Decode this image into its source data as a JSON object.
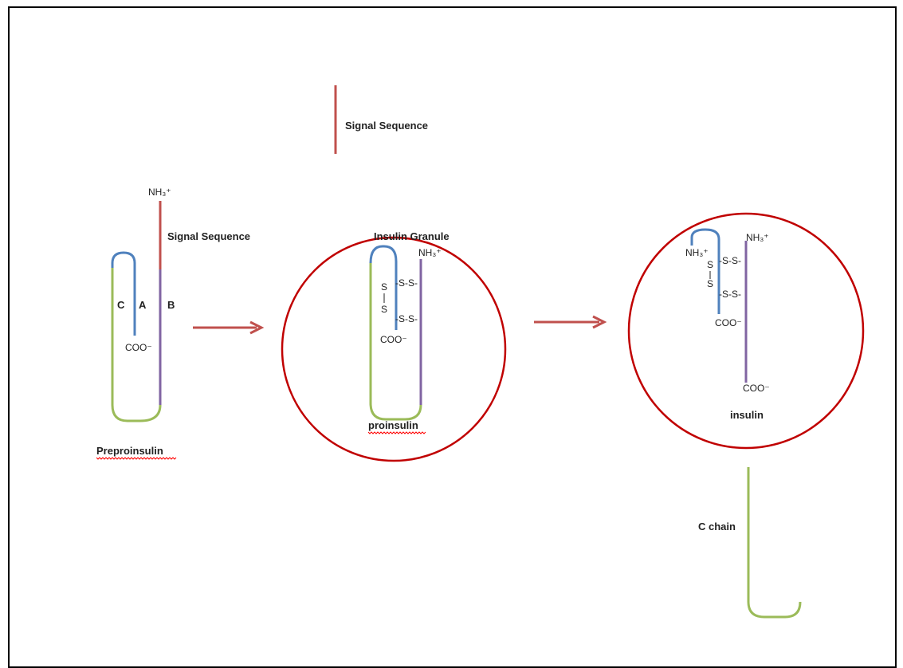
{
  "labels": {
    "signal_sequence_top": "Signal Sequence",
    "signal_sequence_pre": "Signal Sequence",
    "nh3_plus": "NH₃⁺",
    "coo_minus": "COO⁻",
    "chain_c": "C",
    "chain_a": "A",
    "chain_b": "B",
    "preproinsulin": "Preproinsulin",
    "insulin_granule": "Insulin Granule",
    "proinsulin": "proinsulin",
    "insulin": "insulin",
    "c_chain": "C chain",
    "s": "S",
    "ss_bond": "-S-S-"
  },
  "colors": {
    "signal": "#c0504d",
    "a_chain": "#4f81bd",
    "b_chain": "#8064a2",
    "c_chain": "#9bbb59",
    "circle": "#c00000",
    "arrow": "#c0504d",
    "spellcheck": "#ff0000"
  }
}
